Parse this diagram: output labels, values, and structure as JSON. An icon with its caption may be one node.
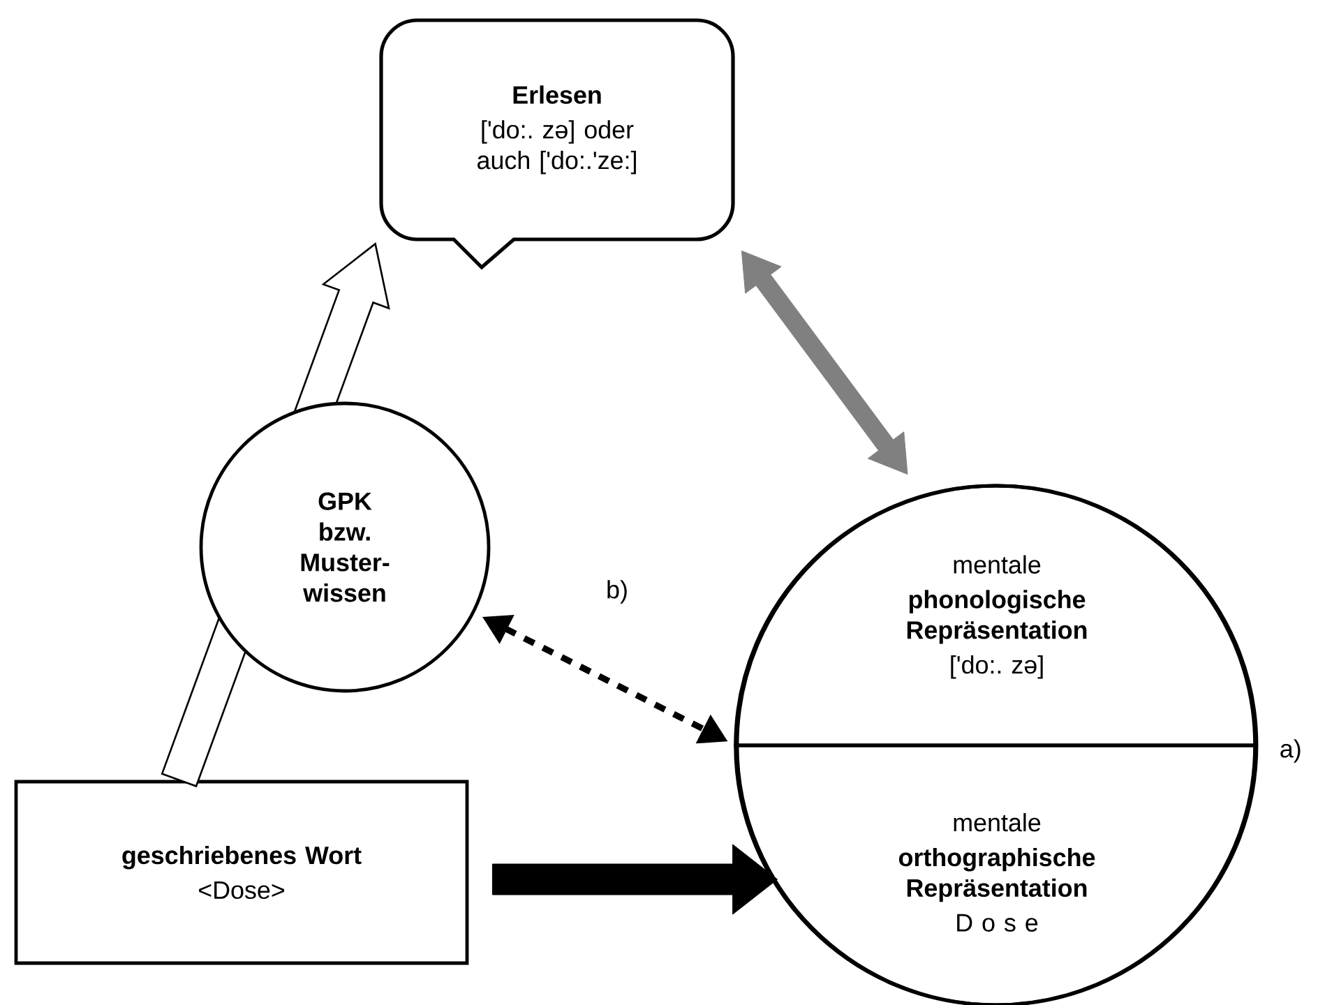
{
  "diagram": {
    "nodes": [
      {
        "text": [
          "Erlesen",
          "['do:. zə] oder auch ['do:.'ze:]"
        ]
      },
      {
        "text": [
          "GPK bzw. Muster- wissen"
        ]
      },
      {
        "text": [],
        "shape": "circle",
        "beside": [
          "a)"
        ]
      },
      {
        "text": [
          "mentale",
          "phonologische Repräsentation",
          "['do:. zə]"
        ],
        "in": 2
      },
      {
        "text": [
          "mentale",
          "orthographische Repräsentation",
          "D o s e"
        ],
        "in": 2
      },
      {
        "text": [
          "geschriebenes Wort",
          "<Dose>"
        ]
      }
    ],
    "edges": [
      {
        "from": 5,
        "to": 0,
        "arrow": "to",
        "style": "thick",
        "color": "#ffffff"
      },
      {
        "from": 0,
        "to": 3,
        "arrow": "both",
        "style": "thick",
        "color": "#808080"
      },
      {
        "from": 1,
        "to": 2,
        "arrow": "both",
        "style": "dashed",
        "label": "b)"
      },
      {
        "from": 5,
        "to": 4,
        "arrow": "to",
        "style": "thick"
      }
    ]
  }
}
